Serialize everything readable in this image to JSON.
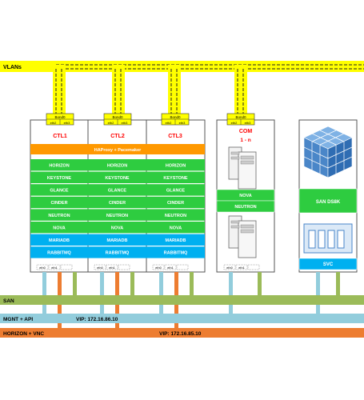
{
  "networks": {
    "vlans": {
      "label": "VLANs",
      "color": "#ffff00"
    },
    "san": {
      "label": "SAN",
      "color": "#9bbb59"
    },
    "mgmt": {
      "label": "MGNT + API",
      "vip": "VIP: 172.16.86.10",
      "color": "#92cddc"
    },
    "horizon": {
      "label": "HORIZON + VNC",
      "vip": "VIP: 172.16.85.10",
      "color": "#ed7d31"
    }
  },
  "controllers": {
    "bond_label": "Bond0",
    "eth_top": [
      "eth2",
      "eth3"
    ],
    "eth_bottom": [
      "eth0",
      "eth1"
    ],
    "names": [
      "CTL1",
      "CTL2",
      "CTL3"
    ],
    "name_color": "#ff0000",
    "haproxy": "HAProxy + Pacemaker",
    "services": [
      "HORIZON",
      "KEYSTONE",
      "GLANCE",
      "CINDER",
      "NEUTRON",
      "NOVA",
      "MARIADB",
      "RABBITMQ"
    ]
  },
  "compute": {
    "title": "COM",
    "subtitle": "1 - n",
    "services": [
      "NOVA",
      "NEUTRON"
    ]
  },
  "storage": {
    "title": "SAN DS8K",
    "svc": "SVC"
  },
  "colors": {
    "green": "#2ecc40",
    "blue": "#00b0f0",
    "orange": "#ff9900",
    "bond": "#ffff00"
  }
}
